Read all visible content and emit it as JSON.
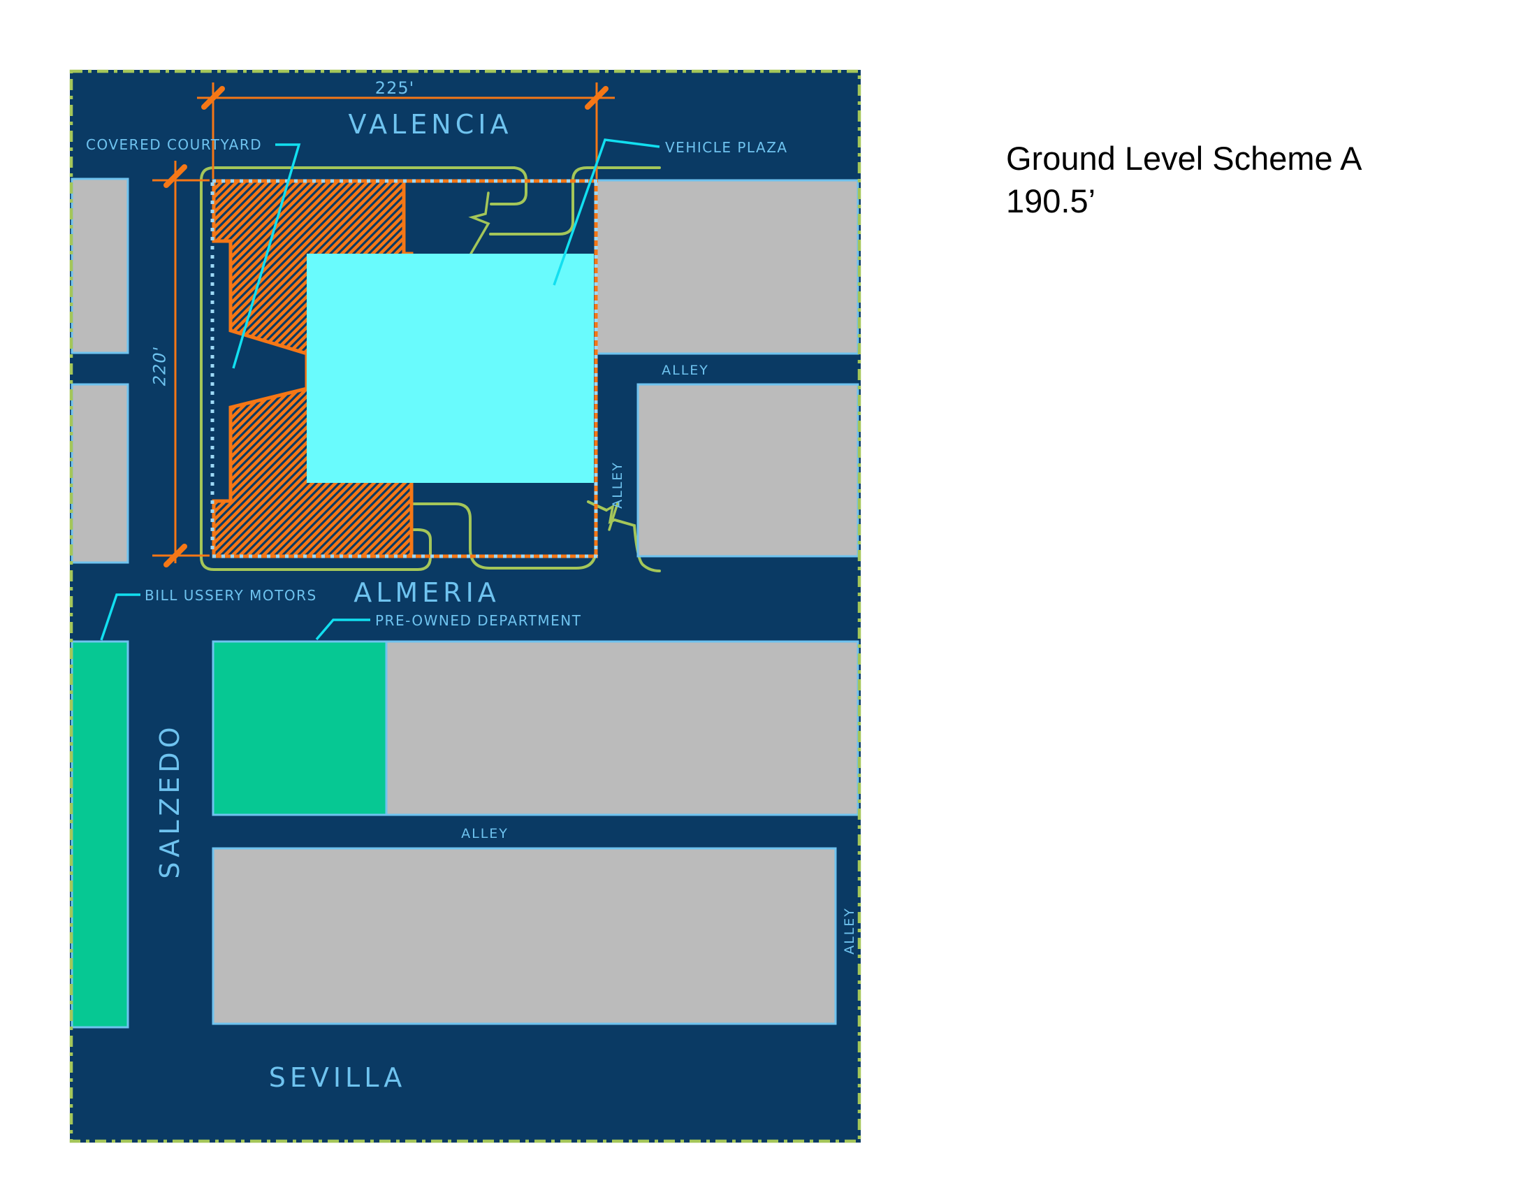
{
  "title": {
    "line1": "Ground Level Scheme A",
    "line2": "190.5’"
  },
  "labels": {
    "valencia": "VALENCIA",
    "almeria": "ALMERIA",
    "salzedo": "SALZEDO",
    "sevilla": "SEVILLA",
    "alley": "ALLEY",
    "covered_courtyard": "COVERED COURTYARD",
    "vehicle_plaza": "VEHICLE PLAZA",
    "bill_ussery_motors": "BILL USSERY MOTORS",
    "pre_owned_department": "PRE-OWNED DEPARTMENT",
    "dim_width": "225'",
    "dim_height": "220'"
  },
  "colors": {
    "page_background": "#FFFFFF",
    "plan_navy": "#0A3A64",
    "building_orange": "#F57716",
    "hatch_line_navy": "#0A3A64",
    "vehicle_plaza_cyan": "#69FBFD",
    "building_gray": "#BBBBBB",
    "dealer_green": "#06C893",
    "curb_olive": "#A4C659",
    "label_blue": "#6FC3EF",
    "leader_cyan": "#12DFF0",
    "property_dot_blue": "#9ED9F6",
    "title_text": "#000000"
  }
}
